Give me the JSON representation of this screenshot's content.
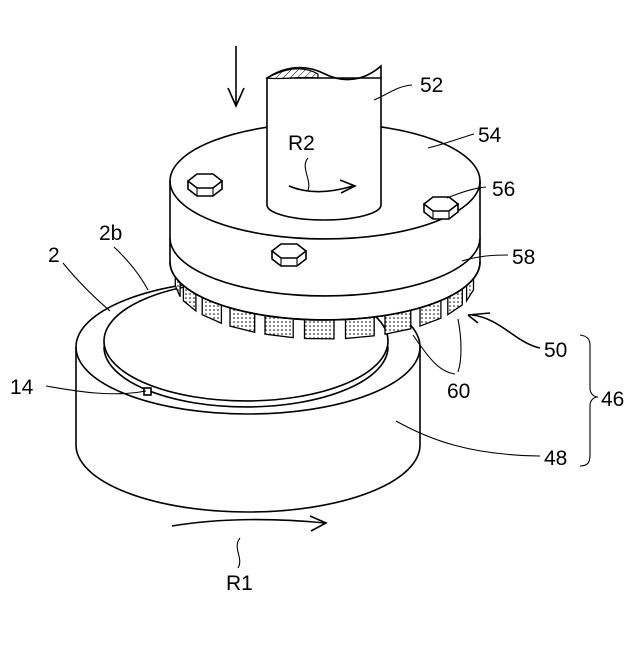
{
  "labels": {
    "l52": "52",
    "l54": "54",
    "l56": "56",
    "l58": "58",
    "l50": "50",
    "l60": "60",
    "l46": "46",
    "l48": "48",
    "l14": "14",
    "l2": "2",
    "l2b": "2b",
    "r1": "R1",
    "r2": "R2"
  },
  "colors": {
    "line": "#000000",
    "background": "#ffffff"
  }
}
